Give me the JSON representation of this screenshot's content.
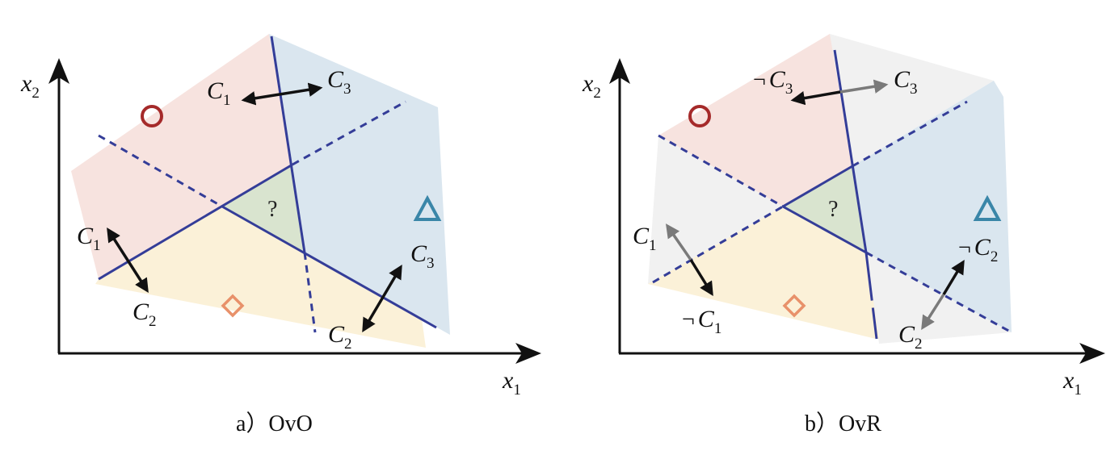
{
  "colors": {
    "red_region": "#f7e3df",
    "blue_region": "#dae6ef",
    "yellow_region": "#fbf1d8",
    "gray_region": "#f1f1f1",
    "center_region": "#d9e4cf",
    "boundary": "#343d98",
    "circle": "#a52a2a",
    "triangle": "#3a86a8",
    "diamond": "#e8916a",
    "arrow_dark": "#111111",
    "arrow_gray": "#7a7a7a"
  },
  "icons": [
    "circle-icon",
    "triangle-icon",
    "diamond-icon"
  ],
  "axes": {
    "x": "x",
    "x_sub": "1",
    "y": "x",
    "y_sub": "2"
  },
  "question_mark": "?",
  "class_labels": {
    "c": "C",
    "one": "1",
    "two": "2",
    "three": "3",
    "not": "¬"
  },
  "panels": [
    {
      "caption": "a）OvO"
    },
    {
      "caption": "b）OvR"
    }
  ]
}
